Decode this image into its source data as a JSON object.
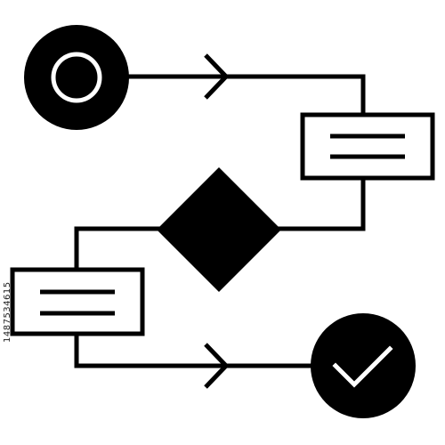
{
  "figure": {
    "side_code": "1487534615"
  },
  "icon": {
    "name": "flowchart-icon",
    "colors": {
      "ink": "#000000",
      "paper": "#ffffff"
    }
  },
  "nodes": [
    {
      "id": "start",
      "shape": "circle",
      "icon": "ring-icon"
    },
    {
      "id": "process-1",
      "shape": "rectangle",
      "icon": "text-lines-icon"
    },
    {
      "id": "decision",
      "shape": "diamond"
    },
    {
      "id": "process-2",
      "shape": "rectangle",
      "icon": "text-lines-icon"
    },
    {
      "id": "end",
      "shape": "circle",
      "icon": "checkmark-icon"
    }
  ],
  "edges": [
    {
      "from": "start",
      "to": "process-1",
      "arrow": true
    },
    {
      "from": "process-1",
      "to": "decision",
      "arrow": false
    },
    {
      "from": "decision",
      "to": "process-2",
      "arrow": false
    },
    {
      "from": "process-2",
      "to": "end",
      "arrow": true
    }
  ]
}
